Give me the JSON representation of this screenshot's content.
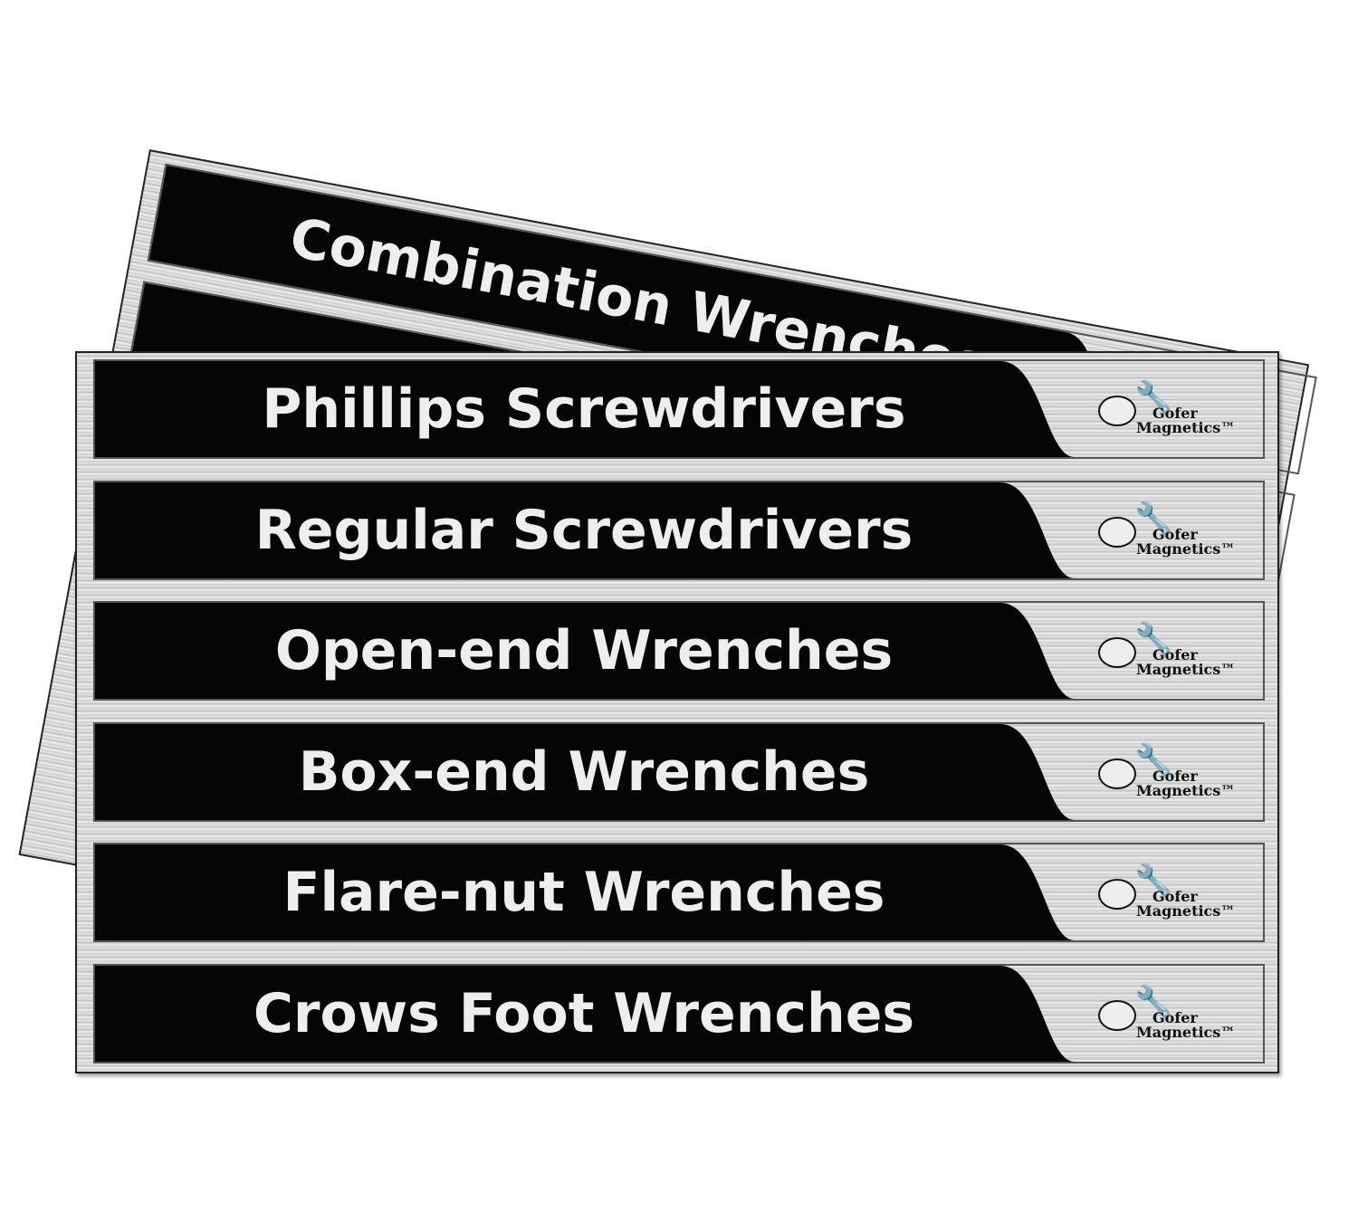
{
  "back_sheet": {
    "labels": [
      "Combination Wrenches",
      ""
    ]
  },
  "front_sheet": {
    "labels": [
      "Phillips Screwdrivers",
      "Regular Screwdrivers",
      "Open-end Wrenches",
      "Box-end Wrenches",
      "Flare-nut Wrenches",
      "Crows Foot Wrenches"
    ]
  },
  "logo": {
    "line1": "Gofer",
    "line2": "Magnetics™"
  }
}
